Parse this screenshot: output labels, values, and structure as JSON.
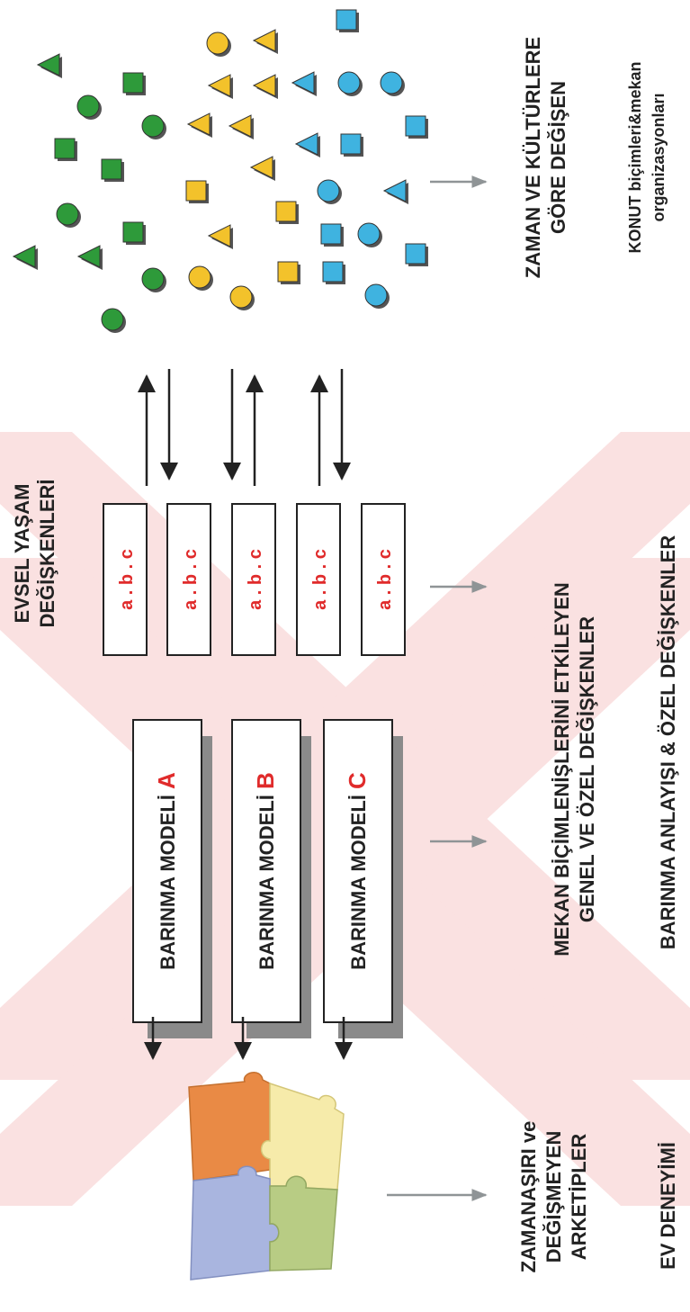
{
  "colors": {
    "green": "#2e9a3a",
    "yellow": "#f3c22b",
    "blue": "#3fb3e0",
    "red": "#e02b2b",
    "arrow_gray": "#8f9496",
    "shadow_gray": "#8a8a8a",
    "watermark": "#f6c9c9"
  },
  "puzzle": {
    "icon": "puzzle-icon",
    "label_line1": "ZAMANAŞIRI ve",
    "label_line2": "DEĞİŞMEYEN",
    "label_line3": "ARKETİPLER",
    "label_bottom": "EV DENEYİMİ"
  },
  "models": [
    {
      "prefix": "BARINMA MODELİ",
      "letter": "A"
    },
    {
      "prefix": "BARINMA MODELİ",
      "letter": "B"
    },
    {
      "prefix": "BARINMA MODELİ",
      "letter": "C"
    }
  ],
  "models_caption": {
    "line1": "MEKAN BİÇİMLENİŞLERİNİ ETKİLEYEN",
    "line2": "GENEL VE ÖZEL DEĞİŞKENLER",
    "bottom": "BARINMA ANLAYIŞI & ÖZEL DEĞİŞKENLER"
  },
  "variables": {
    "header_line1": "EVSEL YAŞAM",
    "header_line2": "DEĞİŞKENLERİ",
    "boxes": [
      "a . b . c",
      "a . b . c",
      "a . b . c",
      "a . b . c",
      "a . b . c"
    ]
  },
  "shapes_caption": {
    "line1": "ZAMAN VE KÜLTÜRLERE",
    "line2": "GÖRE DEĞİŞEN",
    "sub_line1": "KONUT biçimleri&mekan",
    "sub_line2": "organizasyonları"
  }
}
